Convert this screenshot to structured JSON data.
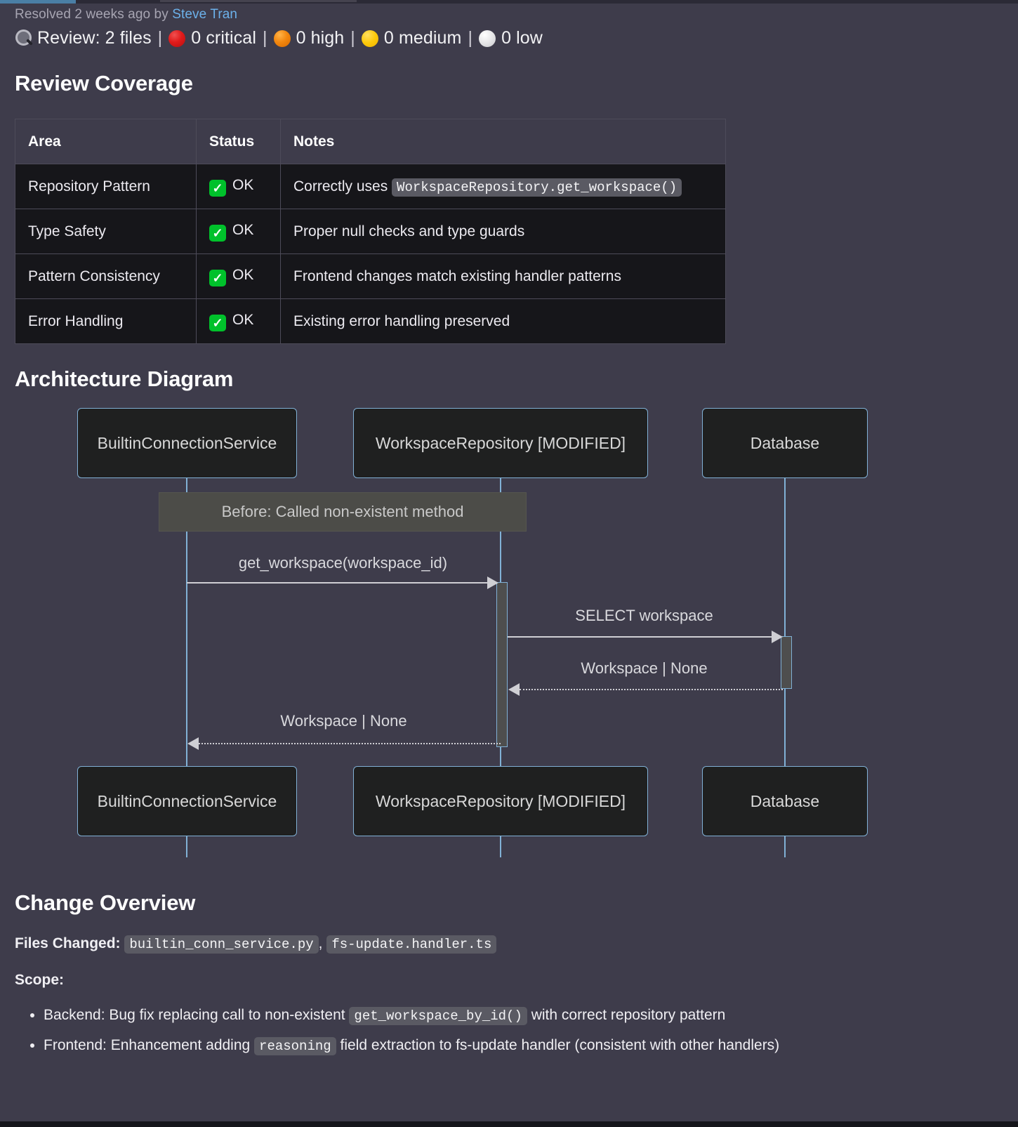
{
  "header": {
    "resolved_prefix": "Resolved 2 weeks ago by",
    "resolved_author": "Steve Tran",
    "review_icon": "magnifier-icon",
    "review_label": "Review: 2 files",
    "separator": "|",
    "severities": [
      {
        "icon": "red-circle-icon",
        "label": "0 critical"
      },
      {
        "icon": "orange-circle-icon",
        "label": "0 high"
      },
      {
        "icon": "yellow-circle-icon",
        "label": "0 medium"
      },
      {
        "icon": "white-circle-icon",
        "label": "0 low"
      }
    ]
  },
  "review_coverage": {
    "title": "Review Coverage",
    "columns": [
      "Area",
      "Status",
      "Notes"
    ],
    "rows": [
      {
        "area": "Repository Pattern",
        "status_icon": "check-mark-icon",
        "status": "OK",
        "notes_prefix": "Correctly uses ",
        "notes_code": "WorkspaceRepository.get_workspace()",
        "notes_suffix": ""
      },
      {
        "area": "Type Safety",
        "status_icon": "check-mark-icon",
        "status": "OK",
        "notes_prefix": "Proper null checks and type guards",
        "notes_code": "",
        "notes_suffix": ""
      },
      {
        "area": "Pattern Consistency",
        "status_icon": "check-mark-icon",
        "status": "OK",
        "notes_prefix": "Frontend changes match existing handler patterns",
        "notes_code": "",
        "notes_suffix": ""
      },
      {
        "area": "Error Handling",
        "status_icon": "check-mark-icon",
        "status": "OK",
        "notes_prefix": "Existing error handling preserved",
        "notes_code": "",
        "notes_suffix": ""
      }
    ]
  },
  "architecture": {
    "title": "Architecture Diagram",
    "type": "sequence-diagram",
    "participants": [
      {
        "id": "svc",
        "label": "BuiltinConnectionService"
      },
      {
        "id": "repo",
        "label": "WorkspaceRepository [MODIFIED]"
      },
      {
        "id": "db",
        "label": "Database"
      }
    ],
    "note": {
      "over": "svc-repo",
      "text": "Before: Called non-existent method"
    },
    "messages": [
      {
        "from": "svc",
        "to": "repo",
        "style": "solid",
        "text": "get_workspace(workspace_id)"
      },
      {
        "from": "repo",
        "to": "db",
        "style": "solid",
        "text": "SELECT workspace"
      },
      {
        "from": "db",
        "to": "repo",
        "style": "dashed",
        "text": "Workspace | None"
      },
      {
        "from": "repo",
        "to": "svc",
        "style": "dashed",
        "text": "Workspace | None"
      }
    ],
    "colors": {
      "node_border": "#81b1d6",
      "node_fill": "#1f2020",
      "note_fill": "#4c4c48",
      "arrow": "#cfcfd4"
    }
  },
  "change_overview": {
    "title": "Change Overview",
    "files_changed_label": "Files Changed:",
    "files": [
      "builtin_conn_service.py",
      "fs-update.handler.ts"
    ],
    "files_separator": ",",
    "scope_label": "Scope:",
    "scope_items": [
      {
        "prefix": "Backend: Bug fix replacing call to non-existent ",
        "code": "get_workspace_by_id()",
        "suffix": " with correct repository pattern"
      },
      {
        "prefix": "Frontend: Enhancement adding ",
        "code": "reasoning",
        "suffix": " field extraction to fs-update handler (consistent with other handlers)"
      }
    ]
  }
}
